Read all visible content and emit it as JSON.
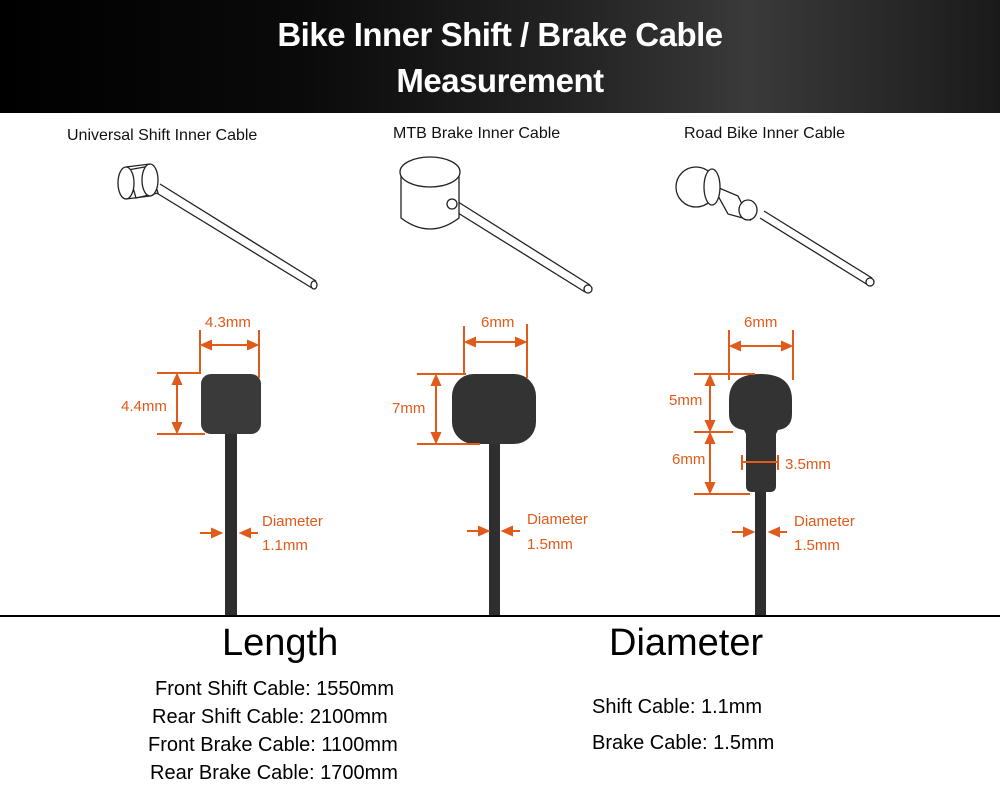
{
  "header": {
    "title_line1": "Bike Inner Shift / Brake Cable",
    "title_line2": "Measurement"
  },
  "cables": [
    {
      "name": "Universal Shift Inner Cable",
      "head_width": "4.3mm",
      "head_height": "4.4mm",
      "diameter_label": "Diameter",
      "diameter_value": "1.1mm"
    },
    {
      "name": "MTB Brake Inner Cable",
      "head_width": "6mm",
      "head_height": "7mm",
      "diameter_label": "Diameter",
      "diameter_value": "1.5mm"
    },
    {
      "name": "Road Bike Inner Cable",
      "head_width": "6mm",
      "ball_height": "5mm",
      "neck_height": "6mm",
      "neck_width": "3.5mm",
      "diameter_label": "Diameter",
      "diameter_value": "1.5mm"
    }
  ],
  "length": {
    "heading": "Length",
    "items": [
      "Front Shift Cable: 1550mm",
      "Rear Shift Cable: 2100mm",
      "Front Brake Cable: 1100mm",
      "Rear Brake Cable: 1700mm"
    ]
  },
  "diameter": {
    "heading": "Diameter",
    "items": [
      "Shift Cable: 1.1mm",
      "Brake Cable: 1.5mm"
    ]
  },
  "colors": {
    "accent_orange": "#e05a1a",
    "cable_dark": "#2e2e2e"
  }
}
